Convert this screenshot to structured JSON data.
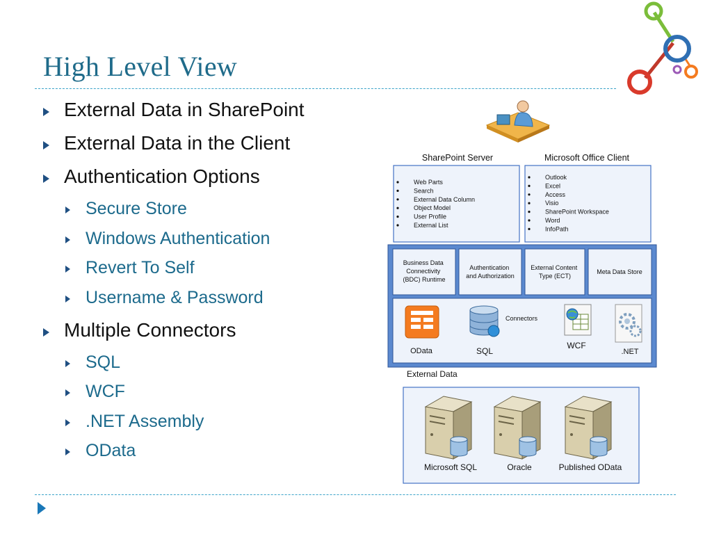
{
  "slide": {
    "title": "High Level View"
  },
  "bullets": [
    {
      "level": 1,
      "text": "External Data in SharePoint"
    },
    {
      "level": 1,
      "text": "External Data in the Client"
    },
    {
      "level": 1,
      "text": "Authentication Options"
    },
    {
      "level": 2,
      "text": "Secure Store"
    },
    {
      "level": 2,
      "text": "Windows Authentication"
    },
    {
      "level": 2,
      "text": "Revert To Self"
    },
    {
      "level": 2,
      "text": "Username & Password"
    },
    {
      "level": 1,
      "text": "Multiple Connectors"
    },
    {
      "level": 2,
      "text": "SQL"
    },
    {
      "level": 2,
      "text": "WCF"
    },
    {
      "level": 2,
      "text": ".NET Assembly"
    },
    {
      "level": 2,
      "text": "OData"
    }
  ],
  "diagram": {
    "sharepoint_server": {
      "label": "SharePoint Server",
      "items": [
        "Web Parts",
        "Search",
        "External Data Column",
        "Object Model",
        "User Profile",
        "External List"
      ]
    },
    "office_client": {
      "label": "Microsoft Office Client",
      "items": [
        "Outlook",
        "Excel",
        "Access",
        "Visio",
        "SharePoint Workspace",
        "Word",
        "InfoPath"
      ]
    },
    "services": {
      "bdc": [
        "Business Data",
        "Connectivity",
        "(BDC) Runtime"
      ],
      "auth": [
        "Authentication",
        "and Authorization"
      ],
      "ect": [
        "External Content",
        "Type (ECT)"
      ],
      "meta": "Meta Data Store"
    },
    "connectors": {
      "label": "Connectors",
      "odata": "OData",
      "sql": "SQL",
      "wcf": "WCF",
      "net": ".NET"
    },
    "external_data": {
      "label": "External Data",
      "sources": [
        "Microsoft SQL",
        "Oracle",
        "Published OData"
      ]
    }
  },
  "colors": {
    "title": "#1f6b8a",
    "sub_bullet": "#1c6a8c",
    "diagram_border": "#4472c4",
    "diagram_band": "#4f7fc9",
    "panel_fill": "#eef3fb",
    "accent_orange": "#f47b20"
  }
}
